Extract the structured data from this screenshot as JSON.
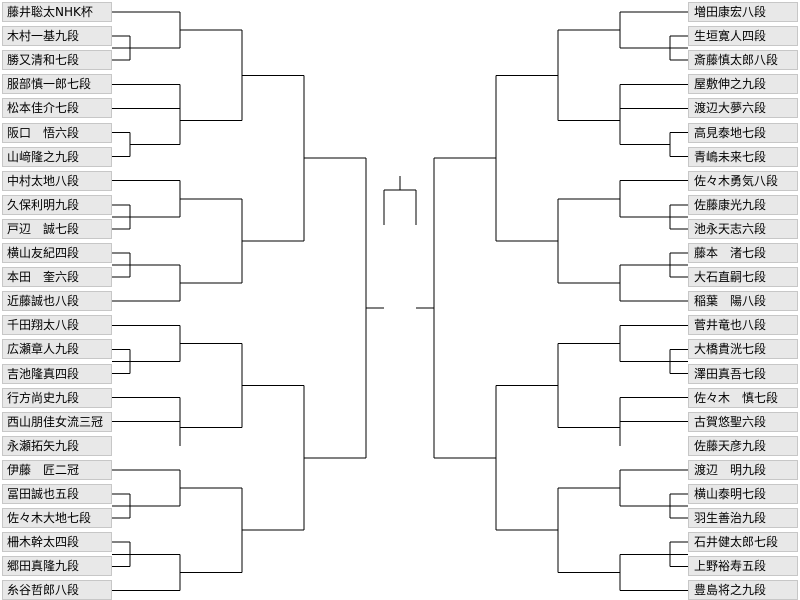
{
  "left_players": [
    "藤井聡太NHK杯",
    "木村一基九段",
    "勝又清和七段",
    "服部慎一郎七段",
    "松本佳介七段",
    "阪口　悟六段",
    "山﨑隆之九段",
    "中村太地八段",
    "久保利明九段",
    "戸辺　誠七段",
    "横山友紀四段",
    "本田　奎六段",
    "近藤誠也八段",
    "千田翔太八段",
    "広瀬章人九段",
    "吉池隆真四段",
    "行方尚史九段",
    "西山朋佳女流三冠",
    "永瀬拓矢九段",
    "伊藤　匠二冠",
    "冨田誠也五段",
    "佐々木大地七段",
    "柵木幹太四段",
    "郷田真隆九段",
    "糸谷哲郎八段"
  ],
  "right_players": [
    "増田康宏八段",
    "生垣寛人四段",
    "斎藤慎太郎八段",
    "屋敷伸之九段",
    "渡辺大夢六段",
    "高見泰地七段",
    "青嶋未来七段",
    "佐々木勇気八段",
    "佐藤康光九段",
    "池永天志六段",
    "藤本　渚七段",
    "大石直嗣七段",
    "稲葉　陽八段",
    "菅井竜也八段",
    "大橋貴洸七段",
    "澤田真吾七段",
    "佐々木　慎七段",
    "古賀悠聖六段",
    "佐藤天彦九段",
    "渡辺　明九段",
    "横山泰明七段",
    "羽生善治九段",
    "石井健太郎七段",
    "上野裕寿五段",
    "豊島将之九段"
  ]
}
